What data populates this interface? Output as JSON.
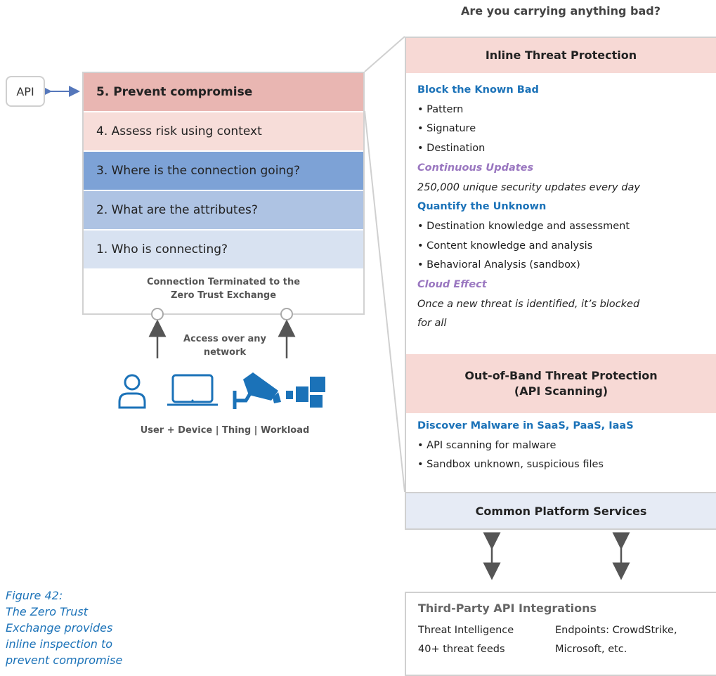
{
  "top_question": "Are you carrying anything bad?",
  "api_label": "API",
  "layers": [
    {
      "label": "5. Prevent compromise"
    },
    {
      "label": "4. Assess risk using context"
    },
    {
      "label": "3. Where is the connection going?"
    },
    {
      "label": "2. What are the attributes?"
    },
    {
      "label": "1. Who is connecting?"
    }
  ],
  "stack_footer": [
    "Connection Terminated to the",
    "Zero Trust Exchange"
  ],
  "access_label": [
    "Access over any",
    "network"
  ],
  "entities_label": "User + Device | Thing | Workload",
  "inline": {
    "header": "Inline Threat Protection",
    "known_bad_title": "Block the Known Bad",
    "known_bad_items": [
      "• Pattern",
      "• Signature",
      "• Destination"
    ],
    "updates_title": "Continuous Updates",
    "updates_text": "250,000 unique security updates every day",
    "unknown_title": "Quantify the Unknown",
    "unknown_items": [
      "• Destination knowledge and assessment",
      "• Content knowledge and analysis",
      "• Behavioral Analysis (sandbox)"
    ],
    "cloud_title": "Cloud Effect",
    "cloud_text": [
      "Once a new threat is identified, it’s blocked",
      "for all"
    ]
  },
  "oob": {
    "header": [
      "Out-of-Band Threat Protection",
      "(API Scanning)"
    ],
    "title": "Discover Malware in SaaS, PaaS, IaaS",
    "items": [
      "• API scanning for malware",
      "• Sandbox unknown, suspicious files"
    ]
  },
  "common": "Common Platform Services",
  "third_party": {
    "title": "Third-Party API Integrations",
    "col1": [
      "Threat Intelligence",
      "40+ threat feeds"
    ],
    "col2": [
      "Endpoints: CrowdStrike,",
      "Microsoft, etc."
    ]
  },
  "caption": [
    "Figure 42:",
    "The Zero Trust",
    "Exchange provides",
    "inline inspection to",
    "prevent compromise"
  ],
  "colors": {
    "accent_blue": "#1b72b8",
    "accent_purple": "#9a77c0",
    "layer5": "#e9b6b2",
    "layer4": "#f7ddd9",
    "layer3": "#7da2d6",
    "layer2": "#aec3e3",
    "layer1": "#d8e2f1",
    "header_pink": "#f7d9d5",
    "common_bg": "#e6ebf5"
  },
  "icons": [
    "user-icon",
    "laptop-icon",
    "camera-icon",
    "workload-icon"
  ]
}
